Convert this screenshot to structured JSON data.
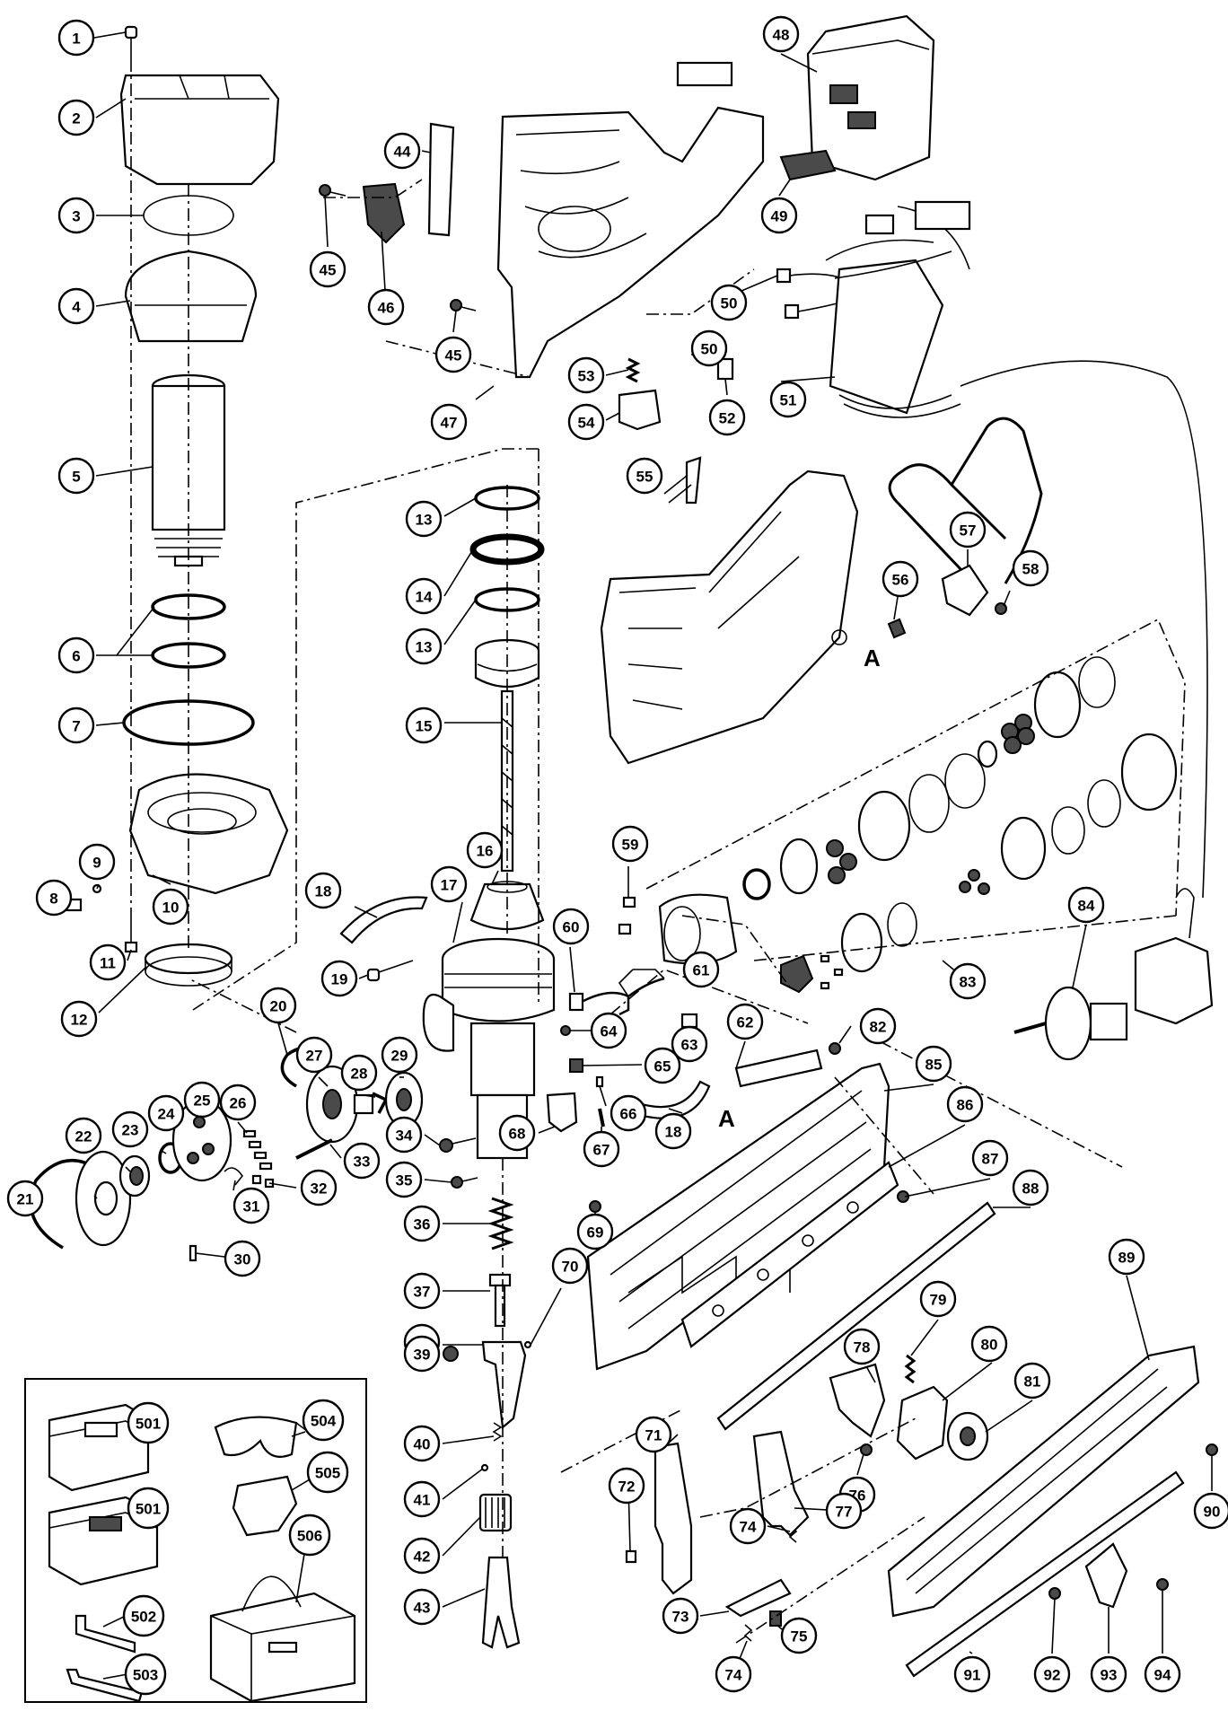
{
  "callouts": [
    {
      "label": "1"
    },
    {
      "label": "2"
    },
    {
      "label": "3"
    },
    {
      "label": "4"
    },
    {
      "label": "5"
    },
    {
      "label": "6"
    },
    {
      "label": "7"
    },
    {
      "label": "8"
    },
    {
      "label": "9"
    },
    {
      "label": "10"
    },
    {
      "label": "11"
    },
    {
      "label": "12"
    },
    {
      "label": "13"
    },
    {
      "label": "14"
    },
    {
      "label": "13"
    },
    {
      "label": "15"
    },
    {
      "label": "16"
    },
    {
      "label": "17"
    },
    {
      "label": "18"
    },
    {
      "label": "19"
    },
    {
      "label": "20"
    },
    {
      "label": "21"
    },
    {
      "label": "22"
    },
    {
      "label": "23"
    },
    {
      "label": "24"
    },
    {
      "label": "25"
    },
    {
      "label": "26"
    },
    {
      "label": "27"
    },
    {
      "label": "28"
    },
    {
      "label": "29"
    },
    {
      "label": "30"
    },
    {
      "label": "31"
    },
    {
      "label": "32"
    },
    {
      "label": "33"
    },
    {
      "label": "34"
    },
    {
      "label": "35"
    },
    {
      "label": "36"
    },
    {
      "label": "37"
    },
    {
      "label": "38"
    },
    {
      "label": "39"
    },
    {
      "label": "40"
    },
    {
      "label": "41"
    },
    {
      "label": "42"
    },
    {
      "label": "43"
    },
    {
      "label": "44"
    },
    {
      "label": "45"
    },
    {
      "label": "45"
    },
    {
      "label": "46"
    },
    {
      "label": "47"
    },
    {
      "label": "48"
    },
    {
      "label": "49"
    },
    {
      "label": "50"
    },
    {
      "label": "50"
    },
    {
      "label": "51"
    },
    {
      "label": "52"
    },
    {
      "label": "53"
    },
    {
      "label": "54"
    },
    {
      "label": "55"
    },
    {
      "label": "56"
    },
    {
      "label": "57"
    },
    {
      "label": "58"
    },
    {
      "label": "59"
    },
    {
      "label": "60"
    },
    {
      "label": "61"
    },
    {
      "label": "62"
    },
    {
      "label": "63"
    },
    {
      "label": "64"
    },
    {
      "label": "65"
    },
    {
      "label": "66"
    },
    {
      "label": "67"
    },
    {
      "label": "68"
    },
    {
      "label": "69"
    },
    {
      "label": "70"
    },
    {
      "label": "71"
    },
    {
      "label": "72"
    },
    {
      "label": "73"
    },
    {
      "label": "74"
    },
    {
      "label": "74"
    },
    {
      "label": "75"
    },
    {
      "label": "76"
    },
    {
      "label": "77"
    },
    {
      "label": "78"
    },
    {
      "label": "79"
    },
    {
      "label": "80"
    },
    {
      "label": "81"
    },
    {
      "label": "82"
    },
    {
      "label": "83"
    },
    {
      "label": "84"
    },
    {
      "label": "85"
    },
    {
      "label": "86"
    },
    {
      "label": "87"
    },
    {
      "label": "88"
    },
    {
      "label": "89"
    },
    {
      "label": "90"
    },
    {
      "label": "91"
    },
    {
      "label": "92"
    },
    {
      "label": "93"
    },
    {
      "label": "94"
    },
    {
      "label": "18"
    },
    {
      "label": "501"
    },
    {
      "label": "501"
    },
    {
      "label": "502"
    },
    {
      "label": "503"
    },
    {
      "label": "504"
    },
    {
      "label": "505"
    },
    {
      "label": "506"
    }
  ],
  "reference_letters": [
    {
      "label": "A"
    },
    {
      "label": "A"
    }
  ]
}
